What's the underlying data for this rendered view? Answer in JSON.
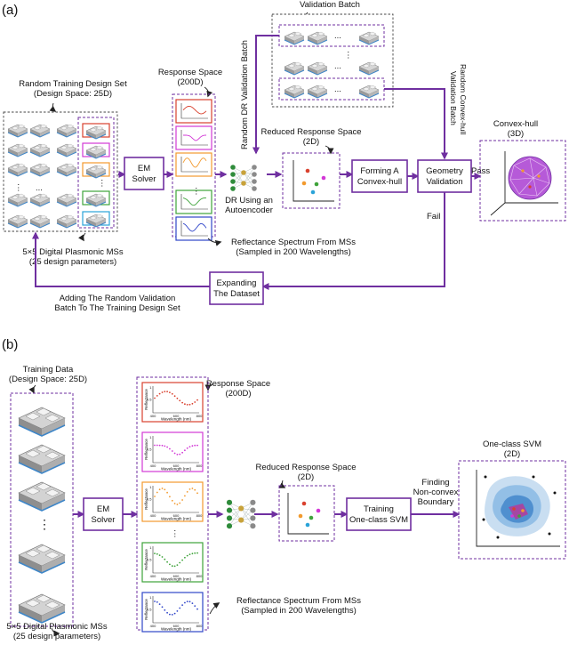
{
  "colors": {
    "accent": "#6f2fa0",
    "spectrum_red": "#d9412e",
    "spectrum_magenta": "#d238d6",
    "spectrum_orange": "#f29a2e",
    "spectrum_green": "#3ea33a",
    "spectrum_blue": "#2f45c9",
    "spectrum_cyan": "#2aa3d8"
  },
  "panel_a": {
    "label": "(a)",
    "validation_batch": "Validation Batch",
    "training_set_title_1": "Random Training Design Set",
    "training_set_title_2": "(Design Space: 25D)",
    "response_space_1": "Response Space",
    "response_space_2": "(200D)",
    "random_dr_batch": "Random DR Validation Batch",
    "random_hull_batch_1": "Random Convex-hull",
    "random_hull_batch_2": "Validation Batch",
    "em_solver_1": "EM",
    "em_solver_2": "Solver",
    "reduced_space_1": "Reduced Response Space",
    "reduced_space_2": "(2D)",
    "dr_autoencoder_1": "DR Using an",
    "dr_autoencoder_2": "Autoencoder",
    "forming_hull_1": "Forming A",
    "forming_hull_2": "Convex-hull",
    "geometry_validation_1": "Geometry",
    "geometry_validation_2": "Validation",
    "pass": "Pass",
    "fail": "Fail",
    "convex_hull_1": "Convex-hull",
    "convex_hull_2": "(3D)",
    "plasmonic_1": "5×5 Digital Plasmonic MSs",
    "plasmonic_2": "(25 design parameters)",
    "reflectance_1": "Reflectance Spectrum From MSs",
    "reflectance_2": "(Sampled in 200 Wavelengths)",
    "expanding_1": "Expanding",
    "expanding_2": "The Dataset",
    "adding_1": "Adding The Random Validation",
    "adding_2": "Batch To The Training Design Set",
    "dots": "...",
    "vdots": "⋮"
  },
  "panel_b": {
    "label": "(b)",
    "training_data_1": "Training Data",
    "training_data_2": "(Design Space: 25D)",
    "response_space_1": "Response Space",
    "response_space_2": "(200D)",
    "em_solver_1": "EM",
    "em_solver_2": "Solver",
    "reduced_space_1": "Reduced Response Space",
    "reduced_space_2": "(2D)",
    "training_svm_1": "Training",
    "training_svm_2": "One-class SVM",
    "finding_1": "Finding",
    "finding_2": "Non-convex",
    "finding_3": "Boundary",
    "one_class_1": "One-class SVM",
    "one_class_2": "(2D)",
    "plasmonic_1": "5×5 Digital Plasmonic MSs",
    "plasmonic_2": "(25 design parameters)",
    "reflectance_1": "Reflectance Spectrum From MSs",
    "reflectance_2": "(Sampled in 200 Wavelengths)",
    "plot_ylabel": "Reflectance",
    "plot_xlabel": "Wavelength (nm)",
    "plot_ticks": [
      "400",
      "600",
      "800"
    ],
    "ytick_hi": "1",
    "ytick_mid": "0.5",
    "vdots": "⋮"
  }
}
